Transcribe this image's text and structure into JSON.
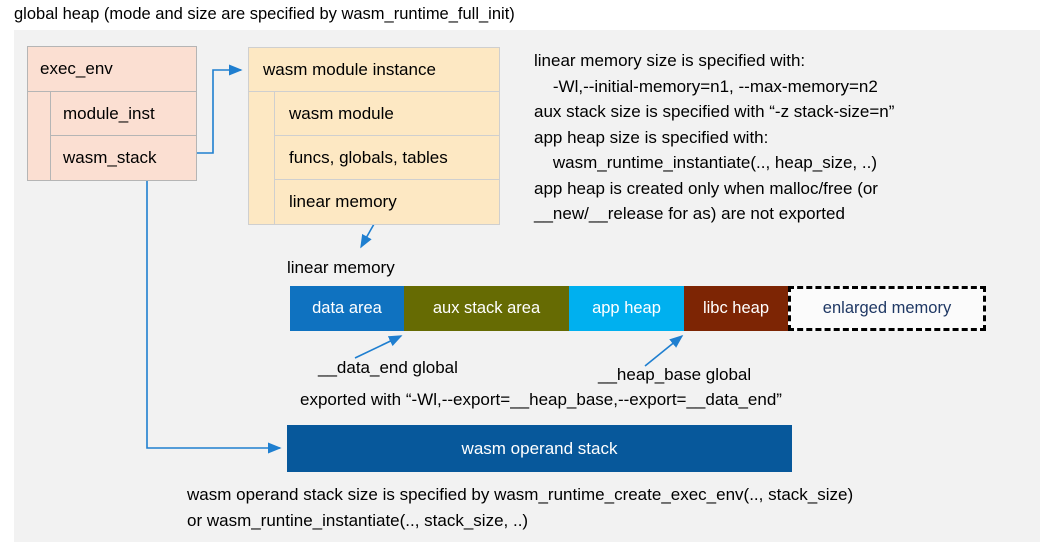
{
  "title": "global heap (mode and size are specified by wasm_runtime_full_init)",
  "exec_env": {
    "header": "exec_env",
    "rows": [
      "module_inst",
      "wasm_stack"
    ]
  },
  "module_instance": {
    "header": "wasm module instance",
    "rows": [
      "wasm module",
      "funcs, globals, tables",
      "linear memory"
    ]
  },
  "info_text": "linear memory size is specified with:\n    -Wl,--initial-memory=n1, --max-memory=n2\naux stack size is specified with “-z stack-size=n”\napp heap size is specified with:\n    wasm_runtime_instantiate(.., heap_size, ..)\napp heap is created only when malloc/free (or\n__new/__release for as) are not exported",
  "linear_memory": {
    "label": "linear memory",
    "segments": [
      {
        "label": "data area",
        "color": "#0f72c0",
        "text_color": "#ffffff",
        "width": 114
      },
      {
        "label": "aux stack area",
        "color": "#666b03",
        "text_color": "#ffffff",
        "width": 165
      },
      {
        "label": "app heap",
        "color": "#00b0ef",
        "text_color": "#ffffff",
        "width": 115
      },
      {
        "label": "libc heap",
        "color": "#7d2504",
        "text_color": "#ffffff",
        "width": 104
      },
      {
        "label": "enlarged memory",
        "color": "#fbfbfb",
        "text_color": "#1f3864",
        "width": 198
      }
    ]
  },
  "annotations": {
    "data_end": "__data_end global",
    "heap_base": "__heap_base global",
    "exported": "exported with “-Wl,--export=__heap_base,--export=__data_end”"
  },
  "operand_stack": {
    "label": "wasm operand stack",
    "color": "#07589b"
  },
  "bottom_text": "wasm operand stack size is specified by wasm_runtime_create_exec_env(.., stack_size)\nor wasm_runtine_instantiate(.., stack_size, ..)",
  "colors": {
    "canvas": "#f2f2f2",
    "exec_env_fill": "#fbdfd2",
    "module_fill": "#fde8c3",
    "wire": "#1f7fd0"
  }
}
